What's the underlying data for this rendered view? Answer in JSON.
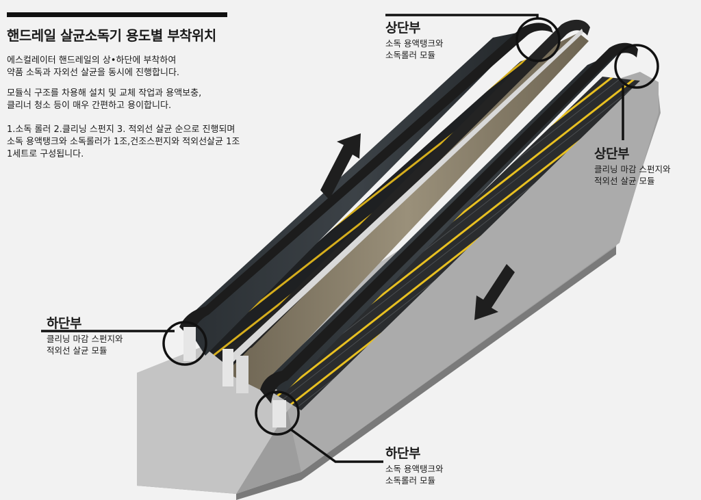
{
  "header": {
    "title": "핸드레일 살균소독기 용도별 부착위치",
    "paragraphs": [
      [
        "에스컬레이터 핸드레일의 상•하단에 부착하여",
        "약품 소독과 자외선 살균을 동시에 진행합니다."
      ],
      [
        "모듈식 구조를 차용해 설치 및 교체 작업과 용액보충,",
        "클리너 청소 등이 매우 간편하고 용이합니다."
      ],
      [
        "1.소독 롤러 2.클리닝 스펀지 3. 적외선 살균 순으로 진행되며",
        "소독 용액탱크와 소독롤러가 1조,건조스펀지와 적외선살균 1조",
        "1세트로 구성됩니다."
      ]
    ]
  },
  "callouts": {
    "upper_left": {
      "title": "상단부",
      "lines": [
        "소독 용액탱크와",
        "소독롤러 모듈"
      ]
    },
    "upper_right": {
      "title": "상단부",
      "lines": [
        "클리닝 마감 스펀지와",
        "적외선 살균 모듈"
      ]
    },
    "lower_left": {
      "title": "하단부",
      "lines": [
        "클리닝 마감 스펀지와",
        "적외선 살균 모듈"
      ]
    },
    "lower_right": {
      "title": "하단부",
      "lines": [
        "소독 용액탱크와",
        "소독롤러 모듈"
      ]
    }
  },
  "colors": {
    "background": "#f2f2f2",
    "step_yellow": "#e8c021",
    "handrail": "#1c1c1c",
    "concrete": "#b9b9b9"
  },
  "icons": [
    "up-arrow-icon",
    "down-arrow-icon"
  ]
}
